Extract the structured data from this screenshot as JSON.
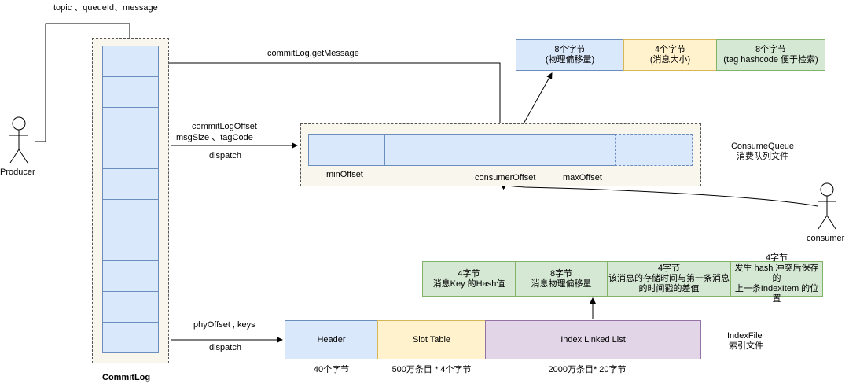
{
  "producer": {
    "label": "Producer",
    "message_fields": "topic 、queueId、message"
  },
  "commitlog": {
    "label": "CommitLog",
    "cell_count": 10
  },
  "arrows": {
    "get_message": "commitLog.getMessage",
    "cq_dispatch_params_line1": "commitLogOffset",
    "cq_dispatch_params_line2": "msgSize 、tagCode",
    "cq_dispatch": "dispatch",
    "if_dispatch_params": "phyOffset , keys",
    "if_dispatch": "dispatch"
  },
  "consume_queue": {
    "title_line1": "ConsumeQueue",
    "title_line2": "消费队列文件",
    "min_offset": "minOffset",
    "consumer_offset": "consumerOffset",
    "max_offset": "maxOffset",
    "entry": [
      {
        "line1": "8个字节",
        "line2": "(物理偏移量)"
      },
      {
        "line1": "4个字节",
        "line2": "(消息大小)"
      },
      {
        "line1": "8个字节",
        "line2": "(tag hashcode 便于检索)"
      }
    ]
  },
  "consumer": {
    "label": "consumer"
  },
  "index_file": {
    "title_line1": "IndexFile",
    "title_line2": "索引文件",
    "sections": [
      {
        "label": "Header",
        "size": "40个字节"
      },
      {
        "label": "Slot Table",
        "size": "500万条目 * 4个字节"
      },
      {
        "label": "Index Linked List",
        "size": "2000万条目* 20字节"
      }
    ],
    "item": [
      {
        "line1": "4字节",
        "line2": "消息Key 的Hash值"
      },
      {
        "line1": "8字节",
        "line2": "消息物理偏移量"
      },
      {
        "line1": "4字节",
        "line2": "该消息的存储时间与第一条消息",
        "line3": "的时间戳的差值"
      },
      {
        "line1": "4字节",
        "line2": "发生 hash 冲突后保存的",
        "line3": "上一条IndexItem 的位置"
      }
    ]
  },
  "colors": {
    "blue": "#dae8fc",
    "yellow": "#fff2cc",
    "green": "#d5e8d4",
    "purple": "#e1d5e7"
  }
}
